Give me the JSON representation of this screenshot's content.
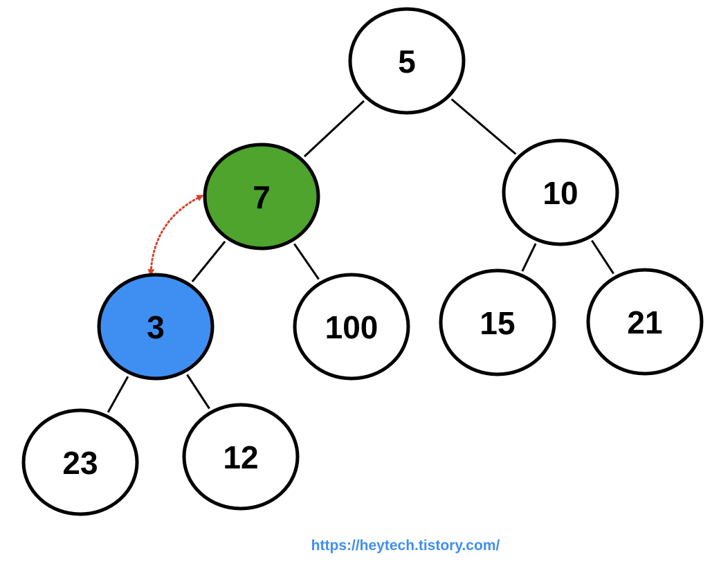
{
  "diagram": {
    "type": "binary-heap-tree",
    "nodes": [
      {
        "id": "n5",
        "label": "5",
        "fill": "#ffffff"
      },
      {
        "id": "n7",
        "label": "7",
        "fill": "#4ea42c"
      },
      {
        "id": "n10",
        "label": "10",
        "fill": "#ffffff"
      },
      {
        "id": "n3",
        "label": "3",
        "fill": "#3f8ff2"
      },
      {
        "id": "n100",
        "label": "100",
        "fill": "#ffffff"
      },
      {
        "id": "n15",
        "label": "15",
        "fill": "#ffffff"
      },
      {
        "id": "n21",
        "label": "21",
        "fill": "#ffffff"
      },
      {
        "id": "n23",
        "label": "23",
        "fill": "#ffffff"
      },
      {
        "id": "n12",
        "label": "12",
        "fill": "#ffffff"
      }
    ],
    "edges": [
      {
        "from": "n5",
        "to": "n7"
      },
      {
        "from": "n5",
        "to": "n10"
      },
      {
        "from": "n7",
        "to": "n3"
      },
      {
        "from": "n7",
        "to": "n100"
      },
      {
        "from": "n10",
        "to": "n15"
      },
      {
        "from": "n10",
        "to": "n21"
      },
      {
        "from": "n3",
        "to": "n23"
      },
      {
        "from": "n3",
        "to": "n12"
      }
    ],
    "swap_arrow": {
      "from": "n3",
      "to": "n7",
      "color": "#d9402a",
      "style": "dotted-double-headed"
    },
    "colors": {
      "highlight_parent": "#4ea42c",
      "highlight_child": "#3f8ff2",
      "stroke": "#000000",
      "arrow": "#d9402a"
    }
  },
  "watermark": {
    "text": "https://heytech.tistory.com/",
    "color": "#3f8ff2"
  }
}
